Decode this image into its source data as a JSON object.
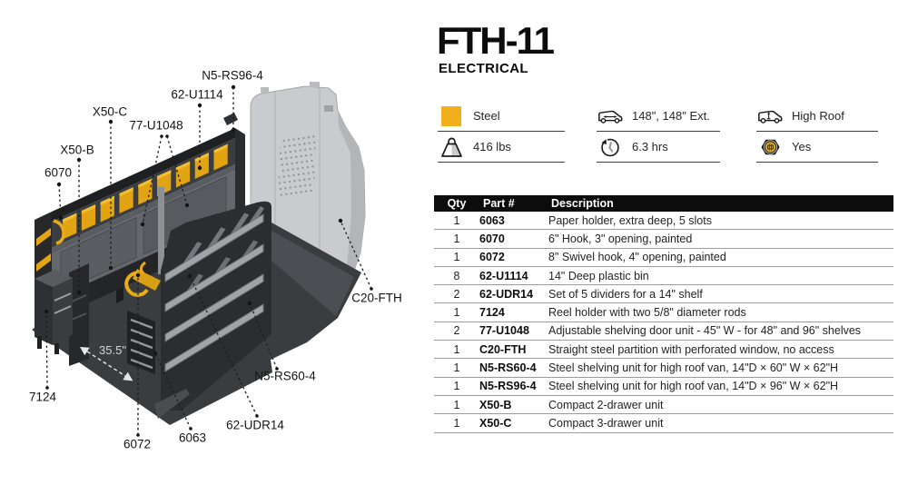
{
  "header": {
    "title": "FTH-11",
    "subtitle": "ELECTRICAL"
  },
  "colors": {
    "accent_yellow": "#F2AF1D",
    "shelving_dark": "#2B2E31",
    "partition_gray": "#C9CBCE",
    "table_header_bg": "#0c0c0c"
  },
  "specs": {
    "material": {
      "icon": "steel-color-swatch",
      "label": "Steel"
    },
    "weight": {
      "icon": "weight-icon",
      "label": "416 lbs"
    },
    "wheelbase": {
      "icon": "van-wheelbase-icon",
      "label": "148\", 148\" Ext."
    },
    "install_time": {
      "icon": "clock-rework-icon",
      "label": "6.3 hrs"
    },
    "roof": {
      "icon": "van-high-roof-icon",
      "label": "High Roof"
    },
    "hardware_included": {
      "icon": "hex-nut-icon",
      "label": "Yes"
    }
  },
  "parts_table": {
    "headers": {
      "qty": "Qty",
      "part": "Part #",
      "desc": "Description"
    },
    "rows": [
      {
        "qty": "1",
        "part": "6063",
        "desc": "Paper holder, extra deep, 5 slots"
      },
      {
        "qty": "1",
        "part": "6070",
        "desc": "6\" Hook, 3\" opening, painted"
      },
      {
        "qty": "1",
        "part": "6072",
        "desc": "8\" Swivel hook, 4\" opening, painted"
      },
      {
        "qty": "8",
        "part": "62-U1114",
        "desc": "14\" Deep plastic bin"
      },
      {
        "qty": "2",
        "part": "62-UDR14",
        "desc": "Set of 5 dividers for a 14\" shelf"
      },
      {
        "qty": "1",
        "part": "7124",
        "desc": "Reel holder with two 5/8\" diameter rods"
      },
      {
        "qty": "2",
        "part": "77-U1048",
        "desc": "Adjustable shelving door unit - 45\" W - for 48\" and 96\" shelves"
      },
      {
        "qty": "1",
        "part": "C20-FTH",
        "desc": "Straight steel partition with perforated window, no access"
      },
      {
        "qty": "1",
        "part": "N5-RS60-4",
        "desc": "Steel shelving unit for high roof van, 14\"D × 60\" W × 62\"H"
      },
      {
        "qty": "1",
        "part": "N5-RS96-4",
        "desc": "Steel shelving unit for high roof van, 14\"D × 96\" W × 62\"H"
      },
      {
        "qty": "1",
        "part": "X50-B",
        "desc": "Compact 2-drawer unit"
      },
      {
        "qty": "1",
        "part": "X50-C",
        "desc": "Compact 3-drawer unit"
      }
    ]
  },
  "diagram": {
    "dimension": "35.5\"",
    "labels": {
      "n5_rs96_4": "N5-RS96-4",
      "u1114": "62-U1114",
      "x50c": "X50-C",
      "u1048": "77-U1048",
      "x50b": "X50-B",
      "h6070": "6070",
      "c20_fth": "C20-FTH",
      "n5_rs60_4": "N5-RS60-4",
      "udr14": "62-UDR14",
      "h6063": "6063",
      "h6072": "6072",
      "h7124": "7124"
    }
  }
}
